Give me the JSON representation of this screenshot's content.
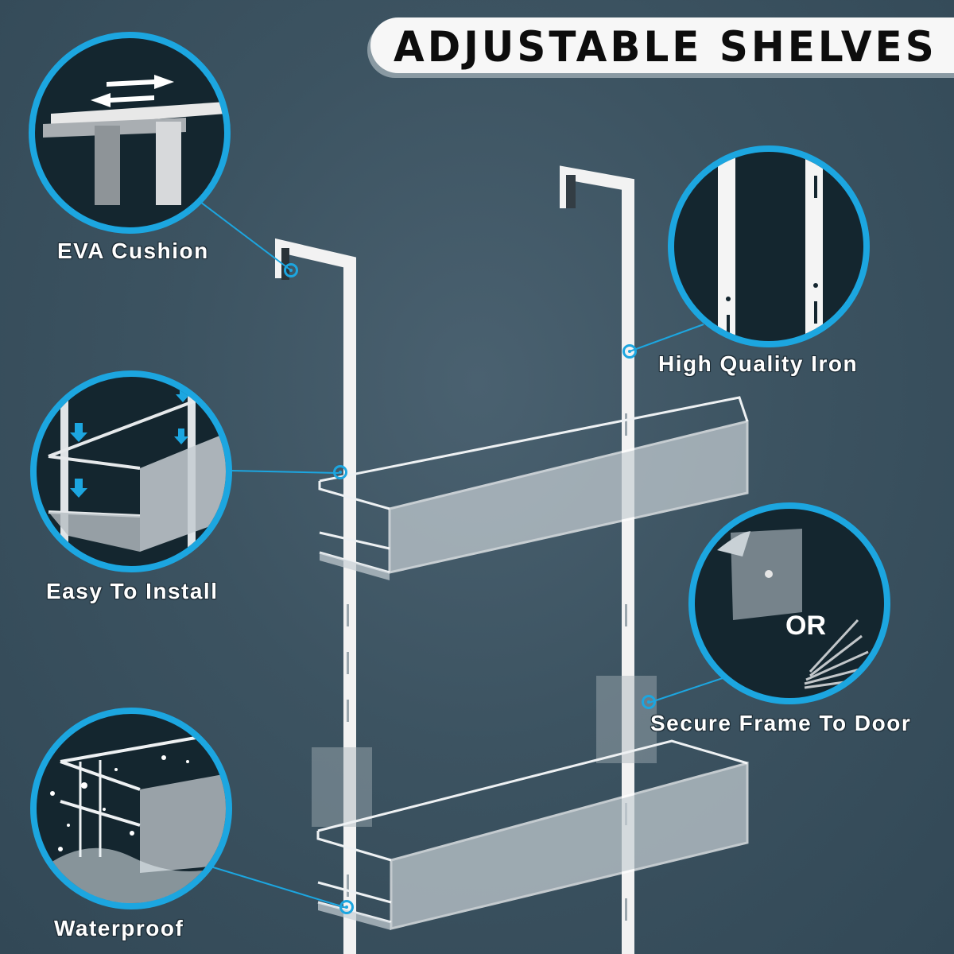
{
  "title": "ADJUSTABLE SHELVES",
  "colors": {
    "background": "#3c5361",
    "accent": "#1ca6e0",
    "circle_fill": "#14262f",
    "banner": "#f7f7f7"
  },
  "features": [
    {
      "label": "EVA Cushion",
      "icon": "eva-cushion-closeup"
    },
    {
      "label": "High Quality Iron",
      "icon": "iron-rail-closeup"
    },
    {
      "label": "Easy To Install",
      "icon": "basket-install-arrows"
    },
    {
      "label": "Secure Frame To Door",
      "icon": "adhesive-pad-or-screws",
      "or_text": "OR"
    },
    {
      "label": "Waterproof",
      "icon": "water-splash-basket"
    }
  ]
}
